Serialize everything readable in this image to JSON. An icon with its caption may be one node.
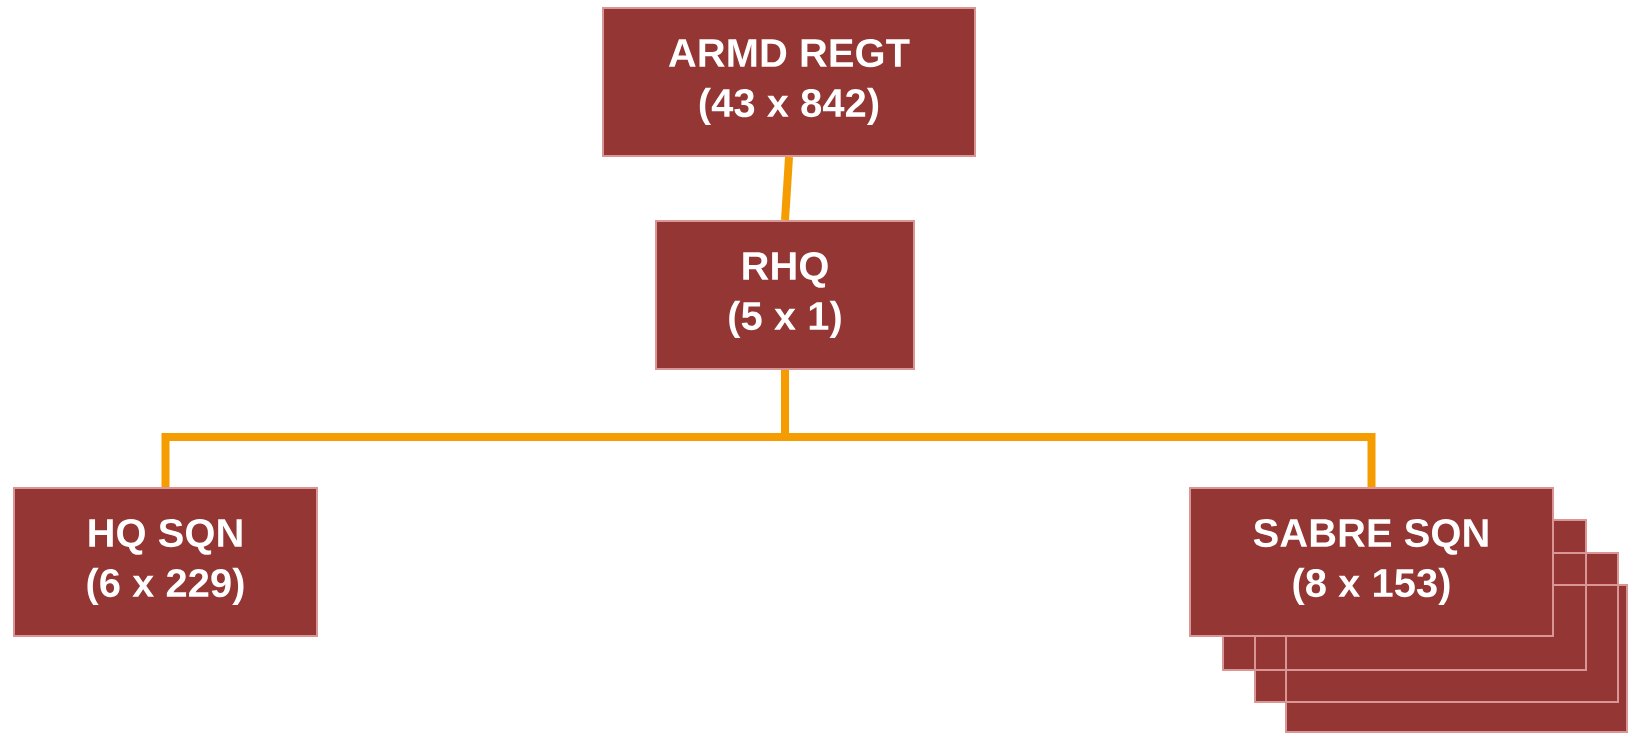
{
  "diagram": {
    "nodes": [
      {
        "text": [
          "ARMD REGT",
          "(43 x 842)"
        ]
      },
      {
        "text": [
          "RHQ",
          "(5 x 1)"
        ]
      },
      {
        "text": [
          "HQ SQN",
          "(6 x 229)"
        ]
      },
      {
        "text": [
          "SABRE SQN",
          "(8 x 153)"
        ]
      }
    ],
    "edges": [
      {
        "from": 0,
        "to": 1,
        "arrow": "none"
      },
      {
        "from": 1,
        "to": 2,
        "arrow": "none"
      },
      {
        "from": 1,
        "to": 3,
        "arrow": "none"
      }
    ]
  }
}
